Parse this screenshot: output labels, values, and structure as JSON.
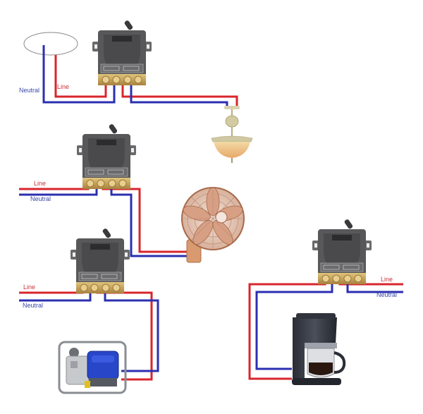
{
  "colors": {
    "line_wire": "#d8262c",
    "neutral_wire": "#2b2fb0",
    "line_text": "#c8343a",
    "neutral_text": "#3a4aa8",
    "relay_body": "#555557",
    "relay_dark": "#3e3e40",
    "terminal_brass": "#c9a55a",
    "background": "#ffffff"
  },
  "labels": {
    "line": "Line",
    "neutral": "Neutral"
  },
  "circuits": [
    {
      "id": "circuit-1",
      "load": "ceiling-light",
      "source_labels": [
        "Neutral",
        "Line"
      ]
    },
    {
      "id": "circuit-2",
      "load": "wall-fan",
      "source_labels": [
        "Line",
        "Neutral"
      ]
    },
    {
      "id": "circuit-3",
      "load": "water-pump",
      "source_labels": [
        "Line",
        "Neutral"
      ]
    },
    {
      "id": "circuit-4",
      "load": "coffee-maker",
      "source_labels": [
        "Line",
        "Neutral"
      ]
    }
  ],
  "relay_terminal_labels": [
    "",
    "",
    "",
    ""
  ]
}
